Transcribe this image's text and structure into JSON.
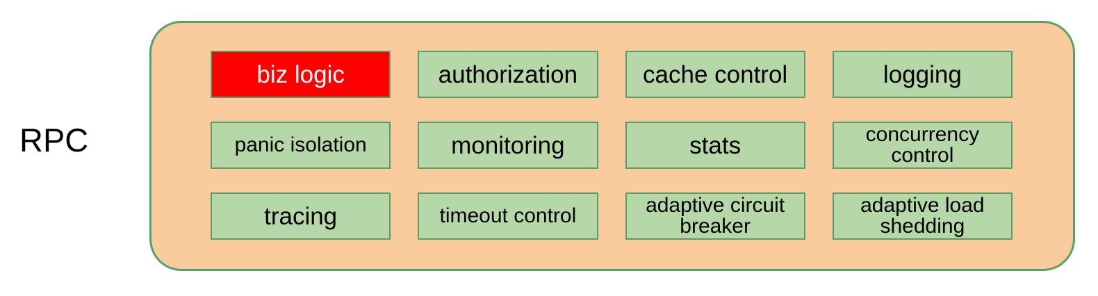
{
  "diagram": {
    "label": "RPC",
    "colors": {
      "container_fill": "#FACB9C",
      "edge_green": "#55A069",
      "box_fill": "#B6D7A8",
      "box_text": "#000000",
      "highlight_fill": "#FF0000",
      "highlight_text": "#FFFFFF",
      "label_text": "#000000",
      "background": "#FFFFFF"
    },
    "grid": {
      "columns": 4,
      "rows": 3,
      "items": [
        {
          "label": "biz logic",
          "variant": "highlight",
          "size": "large"
        },
        {
          "label": "authorization",
          "variant": "normal",
          "size": "large"
        },
        {
          "label": "cache control",
          "variant": "normal",
          "size": "large"
        },
        {
          "label": "logging",
          "variant": "normal",
          "size": "large"
        },
        {
          "label": "panic isolation",
          "variant": "normal",
          "size": "small"
        },
        {
          "label": "monitoring",
          "variant": "normal",
          "size": "large"
        },
        {
          "label": "stats",
          "variant": "normal",
          "size": "large"
        },
        {
          "label": "concurrency control",
          "variant": "normal",
          "size": "small"
        },
        {
          "label": "tracing",
          "variant": "normal",
          "size": "large"
        },
        {
          "label": "timeout control",
          "variant": "normal",
          "size": "small"
        },
        {
          "label": "adaptive circuit breaker",
          "variant": "normal",
          "size": "small"
        },
        {
          "label": "adaptive load shedding",
          "variant": "normal",
          "size": "small"
        }
      ]
    }
  }
}
